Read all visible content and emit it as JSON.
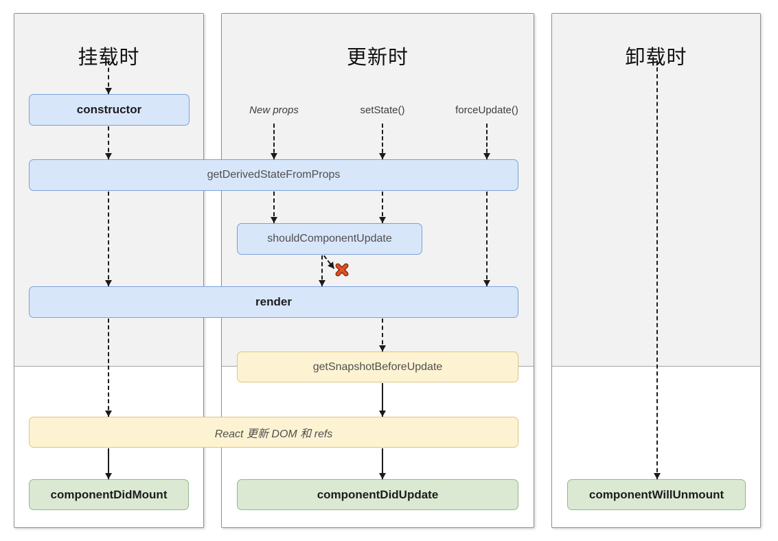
{
  "columns": [
    {
      "id": "mounting",
      "title": "挂载时"
    },
    {
      "id": "updating",
      "title": "更新时"
    },
    {
      "id": "unmounting",
      "title": "卸载时"
    }
  ],
  "triggers": [
    {
      "label": "New props"
    },
    {
      "label": "setState()"
    },
    {
      "label": "forceUpdate()"
    }
  ],
  "boxes": {
    "constructor": {
      "label": "constructor"
    },
    "getDerivedStateFromProps": {
      "label": "getDerivedStateFromProps"
    },
    "shouldComponentUpdate": {
      "label": "shouldComponentUpdate"
    },
    "render": {
      "label": "render"
    },
    "getSnapshotBeforeUpdate": {
      "label": "getSnapshotBeforeUpdate"
    },
    "reactUpdatesDom": {
      "label": "React 更新 DOM 和 refs"
    },
    "componentDidMount": {
      "label": "componentDidMount"
    },
    "componentDidUpdate": {
      "label": "componentDidUpdate"
    },
    "componentWillUnmount": {
      "label": "componentWillUnmount"
    }
  },
  "icons": {
    "skip_render_cross": "red-cross-icon"
  },
  "colors": {
    "panel_bg": "#f2f2f2",
    "panel_border": "#8f8f8f",
    "panel_divider": "#a6a6a6",
    "blue_fill": "#d8e6fa",
    "blue_border": "#7aa1d8",
    "yellow_fill": "#fdf3d2",
    "yellow_border": "#e0c47e",
    "green_fill": "#dbe9d3",
    "green_border": "#96b48b",
    "arrow": "#1a1a1a",
    "text_dark": "#1c1c1c",
    "text_gray": "#4f4f4f",
    "cross_red": "#e0512e",
    "cross_outline": "#8c2e00"
  }
}
